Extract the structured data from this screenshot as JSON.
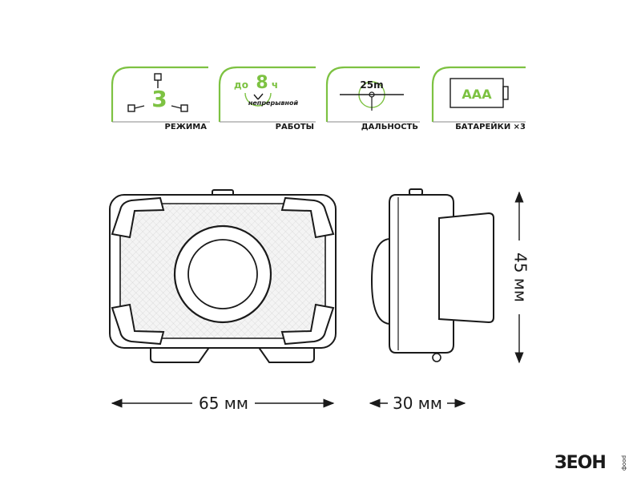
{
  "colors": {
    "accent": "#7dc242",
    "accent_text": "#7dc242",
    "ink": "#1a1a1a",
    "grey": "#8a8a8a",
    "body_fill": "#f3f3f3"
  },
  "badges": [
    {
      "id": "modes",
      "icon": "mode-switch-icon",
      "value": "3",
      "caption": "РЕЖИМА"
    },
    {
      "id": "runtime",
      "icon": "clock-icon",
      "prefix": "до",
      "value": "8",
      "unit": "ч",
      "sub": "непрерывной",
      "caption": "РАБОТЫ"
    },
    {
      "id": "range",
      "icon": "crosshair-icon",
      "value": "25m",
      "caption": "ДАЛЬНОСТЬ"
    },
    {
      "id": "battery",
      "icon": "battery-icon",
      "value": "AAA",
      "caption": "БАТАРЕЙКИ ×3"
    }
  ],
  "dimensions": {
    "width": "65 мм",
    "depth": "30 мм",
    "height": "45 мм"
  },
  "brand": {
    "logo": "ЗЕОН",
    "small": "рооф"
  }
}
